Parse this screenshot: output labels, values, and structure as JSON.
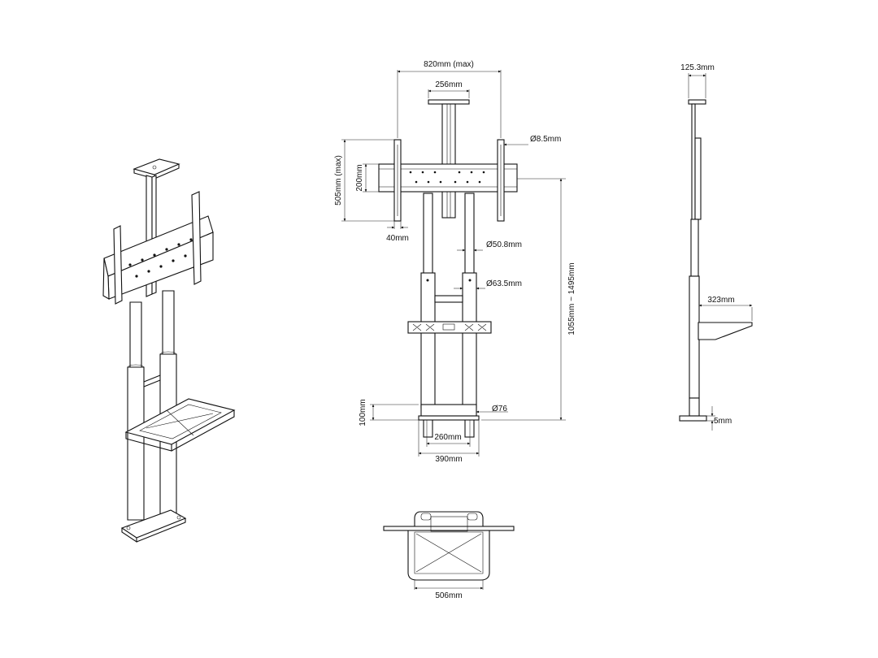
{
  "dimensions": {
    "width_max": "820mm (max)",
    "vesa_top": "256mm",
    "hole_dia": "Ø8.5mm",
    "height_max": "505mm (max)",
    "rail_spacing": "200mm",
    "rail_width": "40mm",
    "tube_upper": "Ø50.8mm",
    "tube_lower": "Ø63.5mm",
    "total_height": "1055mm ~ 1495mm",
    "base_height": "100mm",
    "base_tube": "Ø76",
    "base_inner": "260mm",
    "base_outer": "390mm",
    "side_depth": "125.3mm",
    "shelf_depth": "323mm",
    "plate_thickness": "5mm",
    "shelf_width": "506mm"
  }
}
